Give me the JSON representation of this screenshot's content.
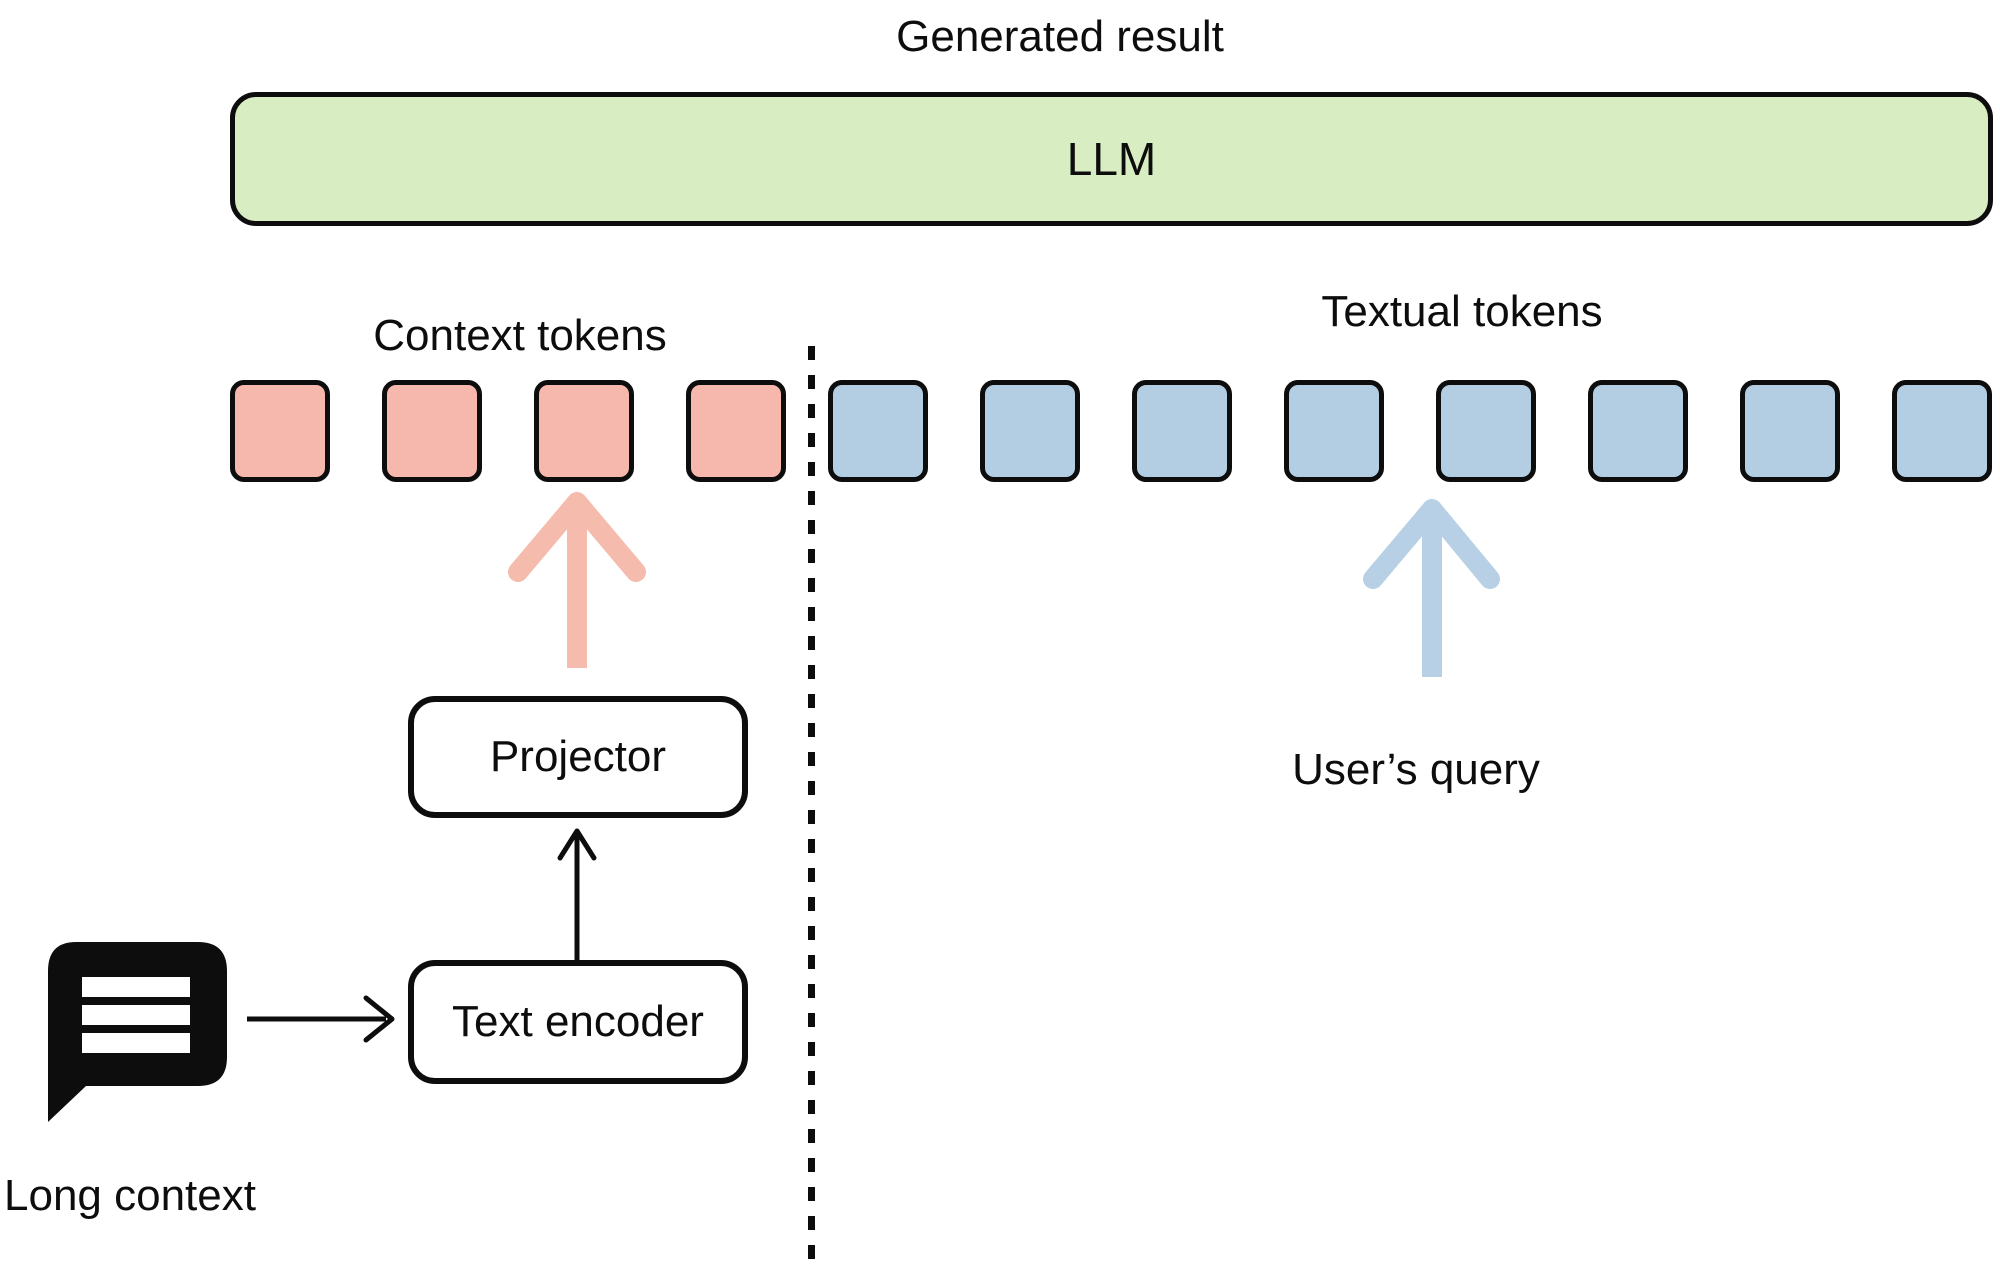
{
  "header": {
    "title": "Generated result"
  },
  "llm": {
    "label": "LLM"
  },
  "token_groups": {
    "context": {
      "label": "Context tokens",
      "count": 4
    },
    "textual": {
      "label": "Textual tokens",
      "count": 8
    }
  },
  "nodes": {
    "projector": "Projector",
    "text_encoder": "Text encoder"
  },
  "annotations": {
    "users_query": "User’s query",
    "long_context": "Long context"
  },
  "icons": {
    "speech_bubble": "speech-bubble-icon"
  },
  "colors": {
    "ink": "#0d0d0d",
    "llm_fill": "#d9edc2",
    "context_token_fill": "#f6b8ad",
    "textual_token_fill": "#b3cee3",
    "context_arrow": "#f5bcae",
    "textual_arrow": "#b7d0e5",
    "background": "#ffffff"
  }
}
